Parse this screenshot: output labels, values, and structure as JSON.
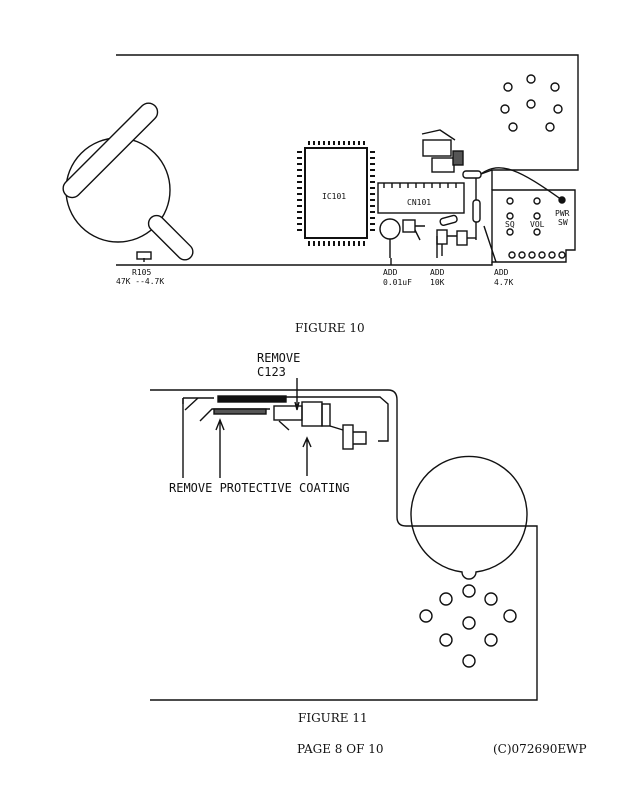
{
  "figure10": {
    "caption": "FIGURE 10",
    "ic_label": "IC101",
    "cn_label": "CN101",
    "r105_label": "R105",
    "r105_change": "47K --4.7K",
    "add1_label": "ADD",
    "add1_value": "0.01uF",
    "add2_label": "ADD",
    "add2_value": "10K",
    "add3_label": "ADD",
    "add3_value": "4.7K",
    "sq_label": "SQ",
    "vol_label": "VOL",
    "pwr_label": "PWR",
    "sw_label": "SW"
  },
  "figure11": {
    "caption": "FIGURE 11",
    "remove_label": "REMOVE",
    "c123_label": "C123",
    "coating_label": "REMOVE PROTECTIVE COATING"
  },
  "footer": {
    "page": "PAGE 8 OF 10",
    "copyright": "(C)072690EWP"
  }
}
